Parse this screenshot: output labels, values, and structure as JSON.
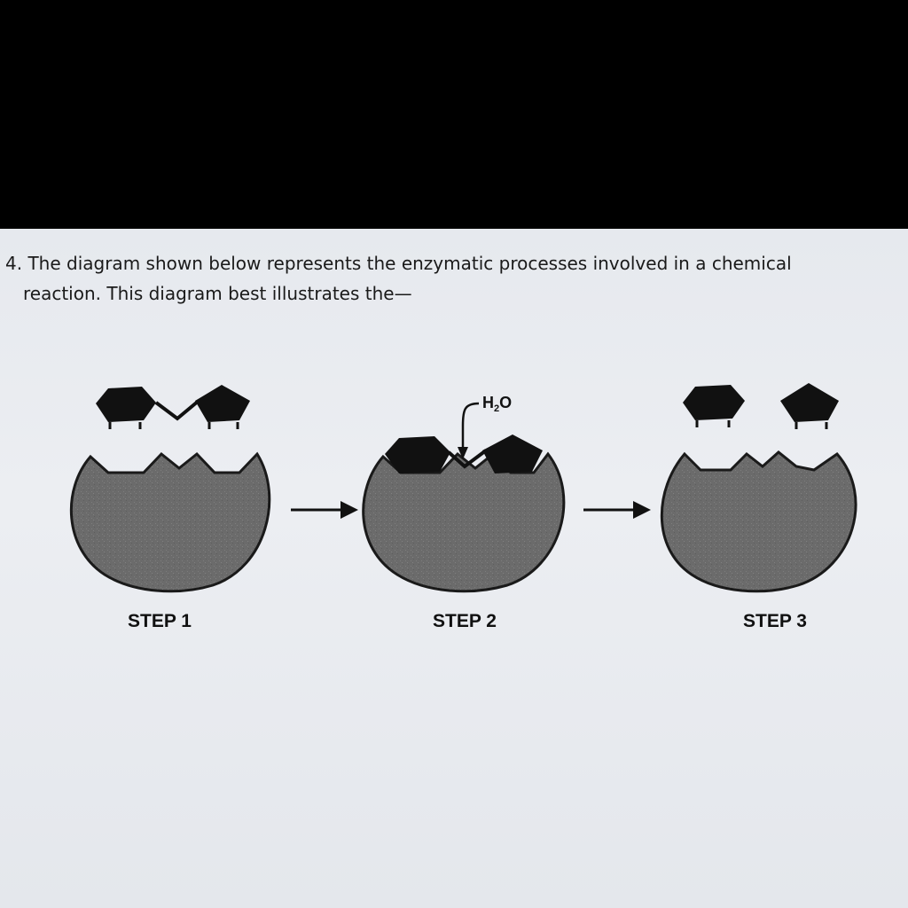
{
  "question": {
    "number": "4.",
    "line1": "The diagram shown below represents the enzymatic processes involved in a chemical",
    "line2": "reaction. This diagram best illustrates the—"
  },
  "diagram": {
    "water_label_main": "H",
    "water_label_sub": "2",
    "water_label_end": "O",
    "steps": [
      {
        "label": "STEP 1"
      },
      {
        "label": "STEP 2"
      },
      {
        "label": "STEP 3"
      }
    ],
    "colors": {
      "enzyme_fill": "#6e6e6e",
      "substrate_fill": "#111111",
      "outline": "#1a1a1a"
    }
  }
}
